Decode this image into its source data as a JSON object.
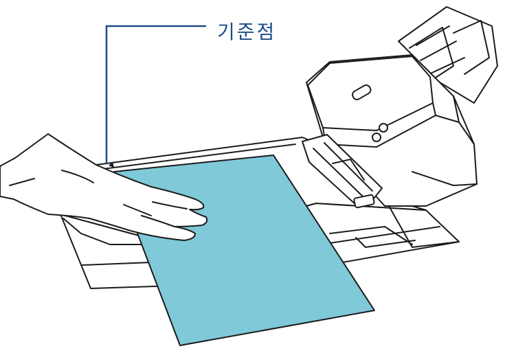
{
  "callout": {
    "label": "기준점",
    "color": "#1d4c8a"
  },
  "colors": {
    "document": "#7fc9d9",
    "outline": "#1a1a1a",
    "scanner_body": "#ffffff",
    "skin": "#ffffff"
  },
  "icons": {
    "scanner": "sheet-fed-scanner-with-flatbed-illustration",
    "hand": "hand-placing-document-illustration",
    "reference_mark": "triangle-reference-mark-icon"
  }
}
